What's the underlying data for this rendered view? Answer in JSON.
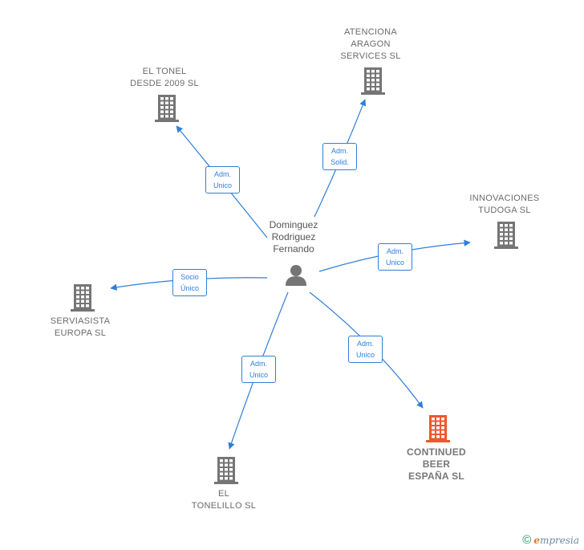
{
  "center": {
    "name": "Dominguez\nRodriguez\nFernando",
    "icon": "person-icon"
  },
  "companies": [
    {
      "id": "el-tonel",
      "label": "EL TONEL\nDESDE 2009 SL",
      "icon": "building-icon",
      "highlight": false
    },
    {
      "id": "atenciona",
      "label": "ATENCIONA\nARAGON\nSERVICES SL",
      "icon": "building-icon",
      "highlight": false
    },
    {
      "id": "innovaciones",
      "label": "INNOVACIONES\nTUDOGA  SL",
      "icon": "building-icon",
      "highlight": false
    },
    {
      "id": "serviasista",
      "label": "SERVIASISTA\nEUROPA SL",
      "icon": "building-icon",
      "highlight": false
    },
    {
      "id": "continued",
      "label": "CONTINUED\nBEER\nESPAÑA  SL",
      "icon": "building-icon",
      "highlight": true
    },
    {
      "id": "tonelillo",
      "label": "EL\nTONELILLO SL",
      "icon": "building-icon",
      "highlight": false
    }
  ],
  "relations": [
    {
      "target": "el-tonel",
      "label": "Adm.\nUnico"
    },
    {
      "target": "atenciona",
      "label": "Adm.\nSolid."
    },
    {
      "target": "innovaciones",
      "label": "Adm.\nUnico"
    },
    {
      "target": "serviasista",
      "label": "Socio\nÚnico"
    },
    {
      "target": "continued",
      "label": "Adm.\nUnico"
    },
    {
      "target": "tonelillo",
      "label": "Adm.\nUnico"
    }
  ],
  "colors": {
    "edge": "#2f7fd8",
    "building": "#757575",
    "building_highlight": "#f0572a",
    "person": "#757575"
  },
  "footer": {
    "copyright": "©",
    "brand_initial": "e",
    "brand_rest": "mpresia"
  }
}
